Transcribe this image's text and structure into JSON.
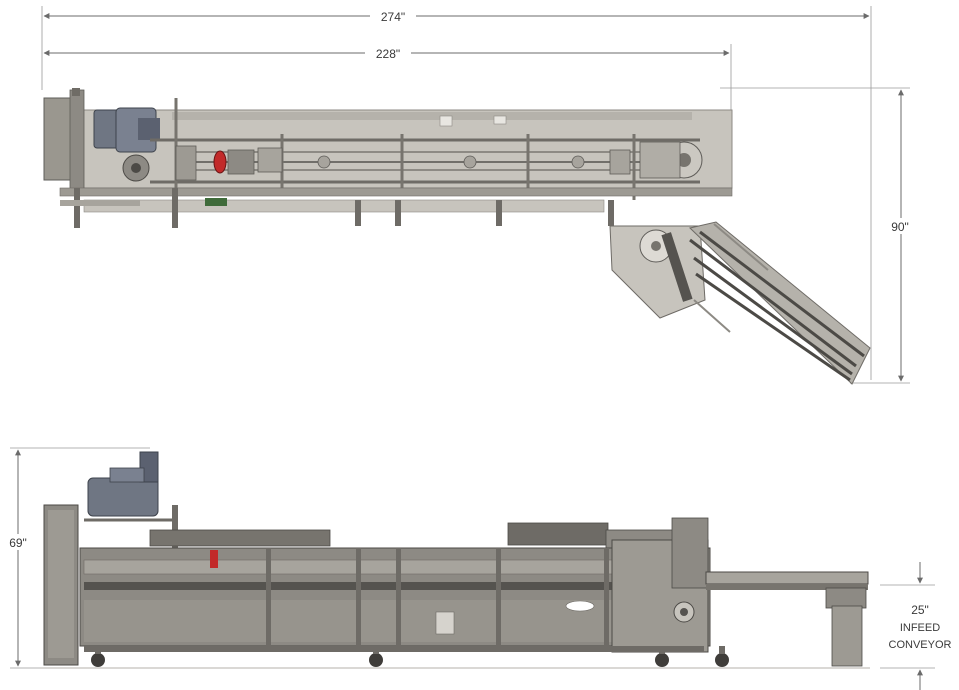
{
  "dimensions": {
    "overall_length": "274\"",
    "frame_length": "228\"",
    "overall_width": "90\"",
    "overall_height": "69\"",
    "infeed_height": "25\""
  },
  "labels": {
    "infeed_line1": "INFEED",
    "infeed_line2": "CONVEYOR"
  },
  "colors": {
    "frame": "#8d8a84",
    "frame_dark": "#5e5c58",
    "panel": "#bdbab3",
    "motor": "#6f7683",
    "accent_red": "#c22a2a",
    "dimension_line": "#6b6b6b"
  }
}
